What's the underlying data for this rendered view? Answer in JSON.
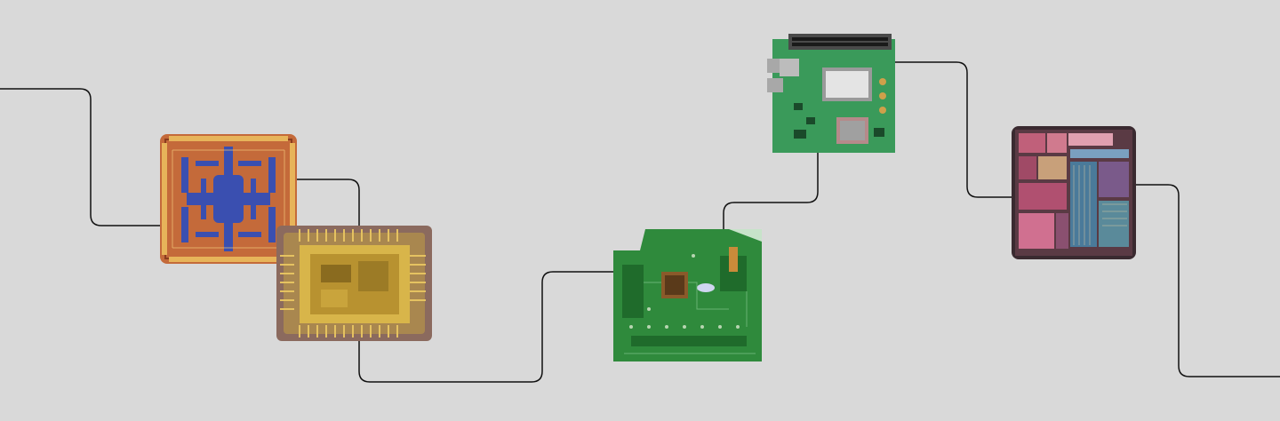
{
  "images": [
    {
      "name": "chip-die-orange-blue",
      "kind": "photo"
    },
    {
      "name": "chip-package-gold-wirebond",
      "kind": "photo"
    },
    {
      "name": "circuit-board-green",
      "kind": "photo"
    },
    {
      "name": "embedded-board-processor",
      "kind": "photo"
    },
    {
      "name": "chip-die-micrograph-colorful",
      "kind": "photo"
    }
  ],
  "colors": {
    "background": "#d9d9d9",
    "wire": "#111111",
    "pcb_green": "#2f8a3c",
    "gold": "#d8b54a",
    "die_blue": "#3a4fb0",
    "die_orange": "#c46a3a"
  }
}
